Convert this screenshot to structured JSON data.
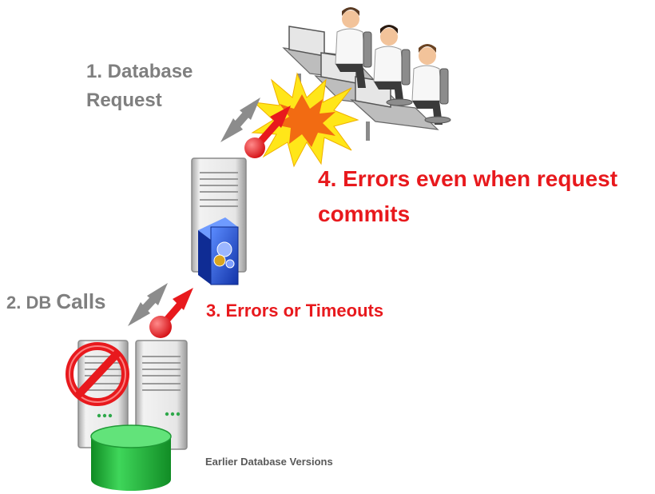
{
  "labels": {
    "step1": "1.  Database Request",
    "step2_prefix": "2. DB",
    "step2_suffix": "Calls",
    "step3": "3. Errors or Timeouts",
    "step4": "4. Errors even when request commits",
    "db_caption": "Earlier Database Versions"
  },
  "colors": {
    "error_red": "#e8191d",
    "label_gray": "#7f7f7f",
    "arrow_gray": "#8c8c8c",
    "server_gray": "#d9d9d9",
    "db_green": "#22c03c",
    "app_blue": "#1f4fd6",
    "explosion_yellow": "#ffe619",
    "explosion_orange": "#f26b12"
  },
  "icons": [
    "operators-icon",
    "app-server-icon",
    "database-server-icon",
    "disabled-server-icon",
    "database-icon",
    "explosion-icon",
    "no-entry-icon",
    "bidirectional-arrow-icon",
    "error-arrow-icon"
  ]
}
